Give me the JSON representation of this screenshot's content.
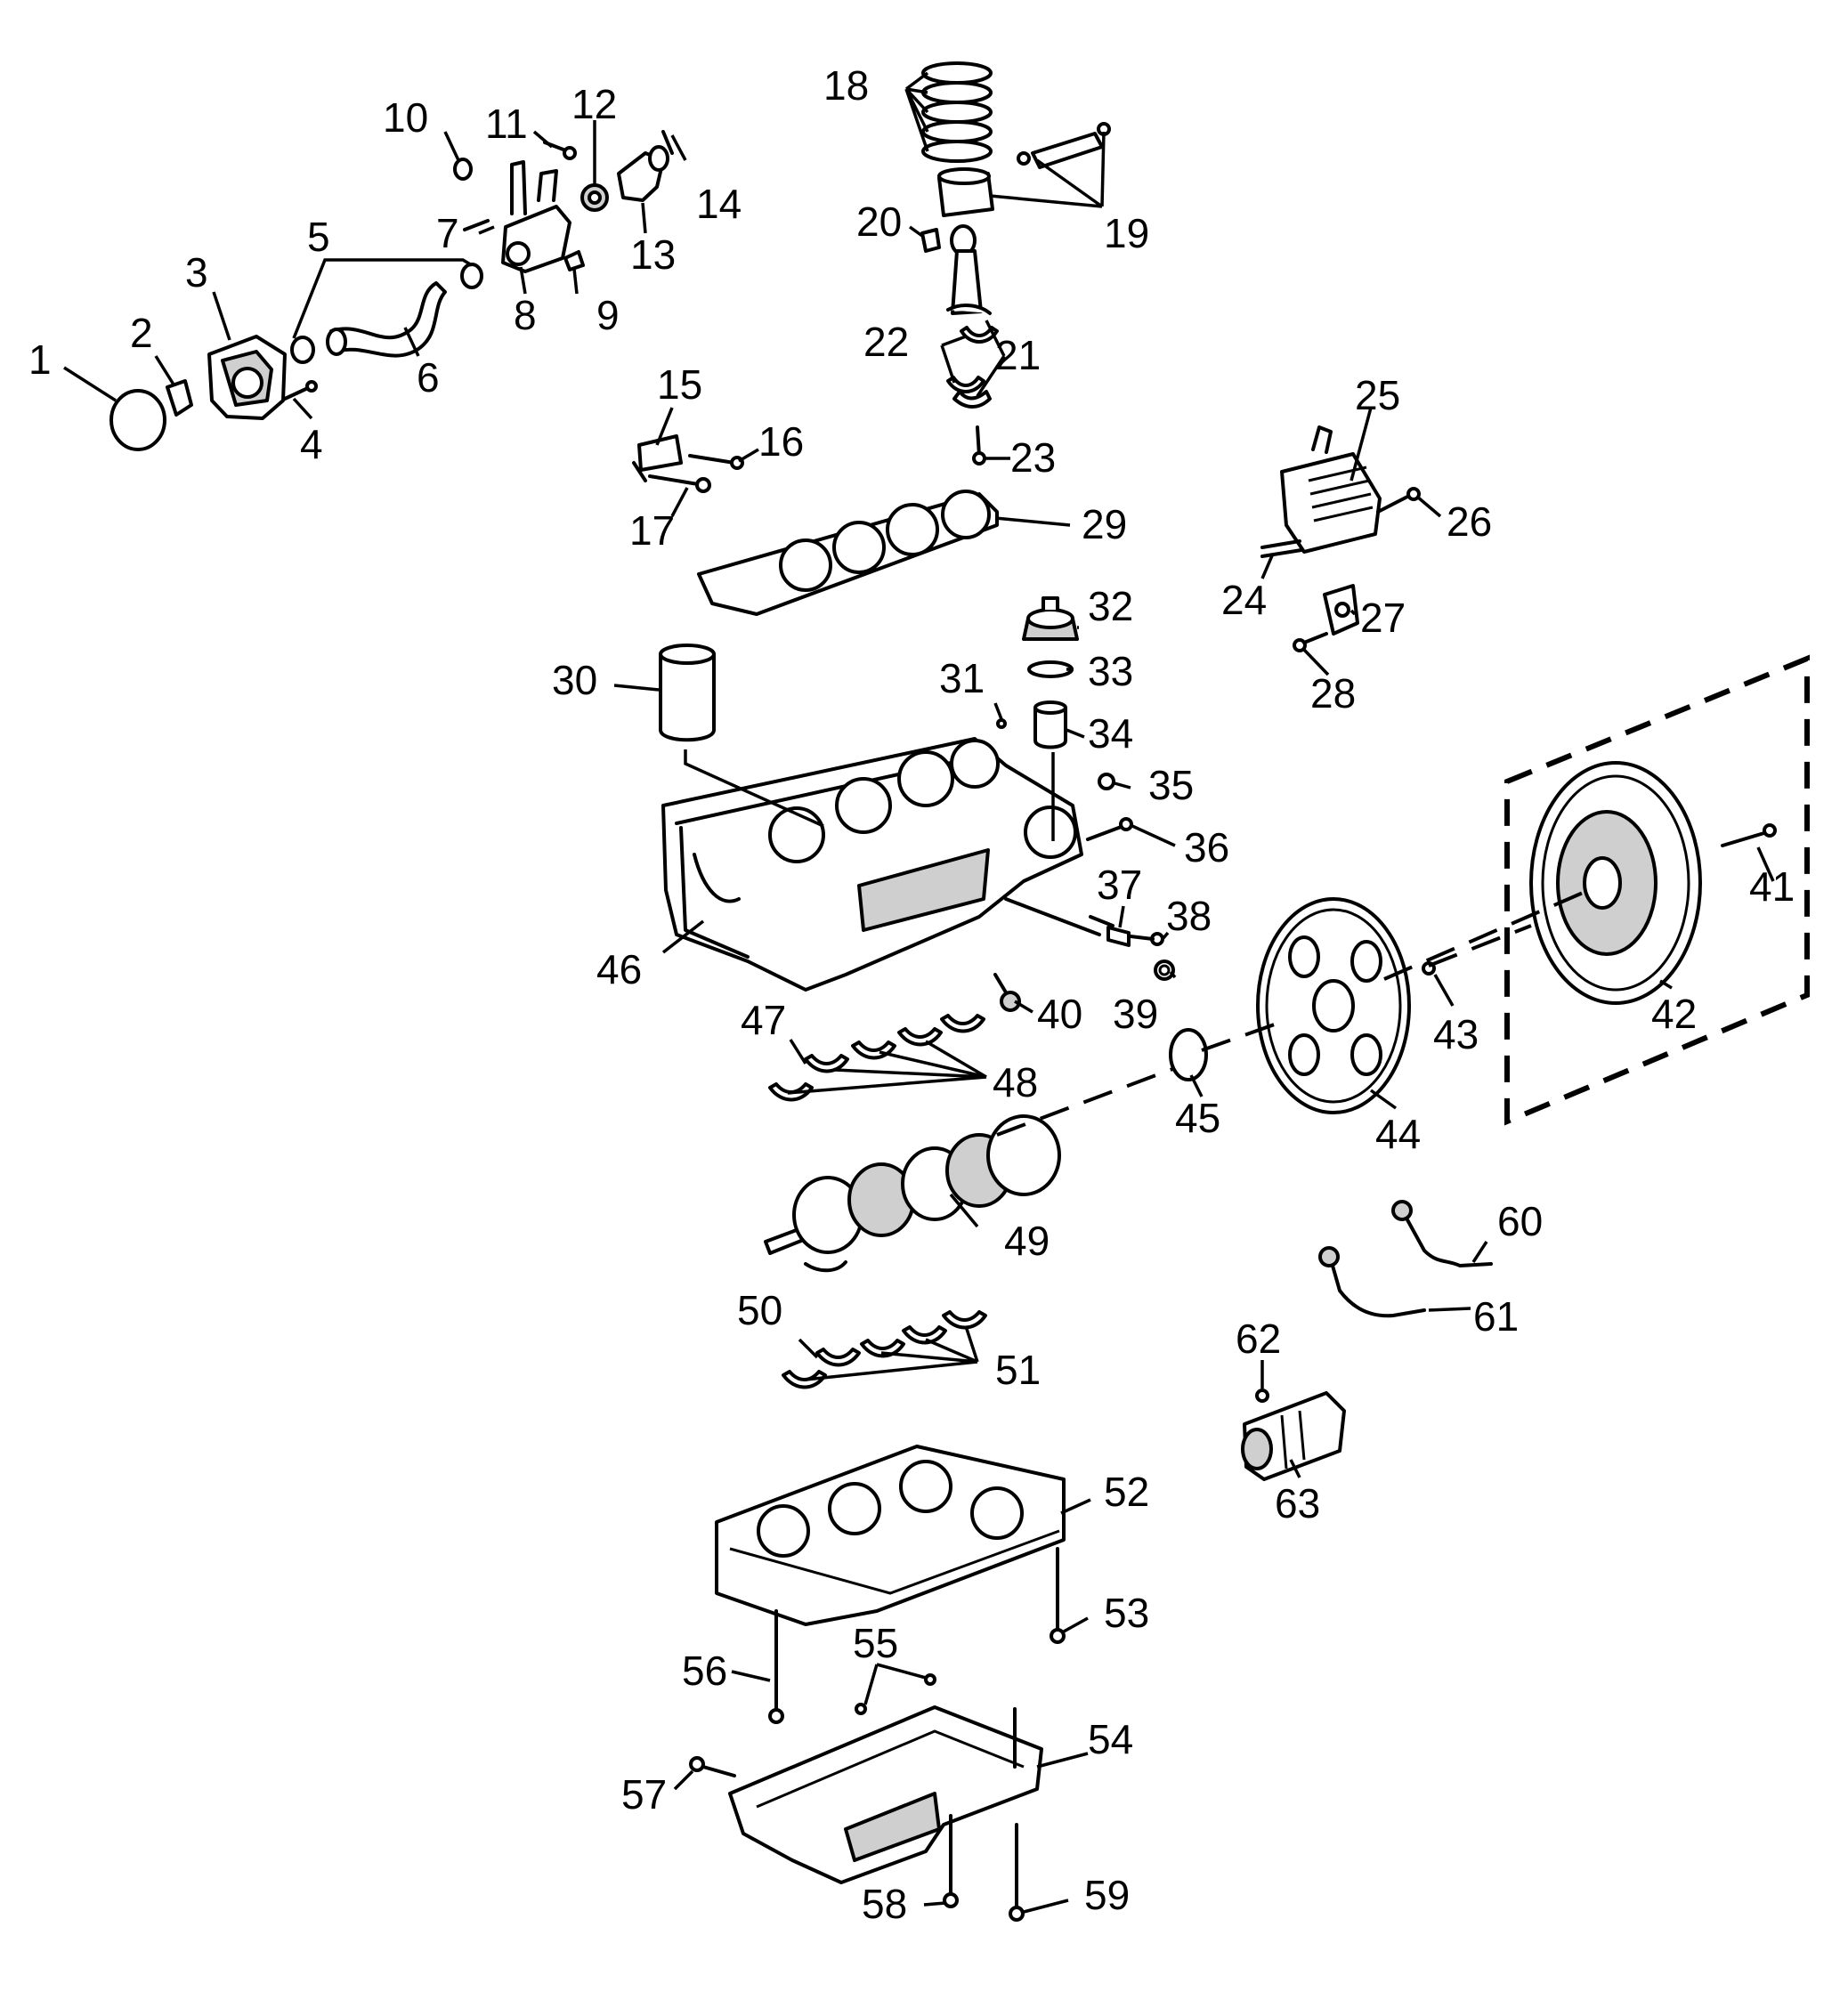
{
  "diagram": {
    "callouts": [
      {
        "id": "c1",
        "text": "1"
      },
      {
        "id": "c2",
        "text": "2"
      },
      {
        "id": "c3",
        "text": "3"
      },
      {
        "id": "c4",
        "text": "4"
      },
      {
        "id": "c5",
        "text": "5"
      },
      {
        "id": "c6",
        "text": "6"
      },
      {
        "id": "c7",
        "text": "7"
      },
      {
        "id": "c8",
        "text": "8"
      },
      {
        "id": "c9",
        "text": "9"
      },
      {
        "id": "c10",
        "text": "10"
      },
      {
        "id": "c11",
        "text": "11"
      },
      {
        "id": "c12",
        "text": "12"
      },
      {
        "id": "c13",
        "text": "13"
      },
      {
        "id": "c14",
        "text": "14"
      },
      {
        "id": "c15",
        "text": "15"
      },
      {
        "id": "c16",
        "text": "16"
      },
      {
        "id": "c17",
        "text": "17"
      },
      {
        "id": "c18",
        "text": "18"
      },
      {
        "id": "c19",
        "text": "19"
      },
      {
        "id": "c20",
        "text": "20"
      },
      {
        "id": "c21",
        "text": "21"
      },
      {
        "id": "c22",
        "text": "22"
      },
      {
        "id": "c23",
        "text": "23"
      },
      {
        "id": "c24",
        "text": "24"
      },
      {
        "id": "c25",
        "text": "25"
      },
      {
        "id": "c26",
        "text": "26"
      },
      {
        "id": "c27",
        "text": "27"
      },
      {
        "id": "c28",
        "text": "28"
      },
      {
        "id": "c29",
        "text": "29"
      },
      {
        "id": "c30",
        "text": "30"
      },
      {
        "id": "c31",
        "text": "31"
      },
      {
        "id": "c32",
        "text": "32"
      },
      {
        "id": "c33",
        "text": "33"
      },
      {
        "id": "c34",
        "text": "34"
      },
      {
        "id": "c35",
        "text": "35"
      },
      {
        "id": "c36",
        "text": "36"
      },
      {
        "id": "c37",
        "text": "37"
      },
      {
        "id": "c38",
        "text": "38"
      },
      {
        "id": "c39",
        "text": "39"
      },
      {
        "id": "c40",
        "text": "40"
      },
      {
        "id": "c41",
        "text": "41"
      },
      {
        "id": "c42",
        "text": "42"
      },
      {
        "id": "c43",
        "text": "43"
      },
      {
        "id": "c44",
        "text": "44"
      },
      {
        "id": "c45",
        "text": "45"
      },
      {
        "id": "c46",
        "text": "46"
      },
      {
        "id": "c47",
        "text": "47"
      },
      {
        "id": "c48",
        "text": "48"
      },
      {
        "id": "c49",
        "text": "49"
      },
      {
        "id": "c50",
        "text": "50"
      },
      {
        "id": "c51",
        "text": "51"
      },
      {
        "id": "c52",
        "text": "52"
      },
      {
        "id": "c53",
        "text": "53"
      },
      {
        "id": "c54",
        "text": "54"
      },
      {
        "id": "c55",
        "text": "55"
      },
      {
        "id": "c56",
        "text": "56"
      },
      {
        "id": "c57",
        "text": "57"
      },
      {
        "id": "c58",
        "text": "58"
      },
      {
        "id": "c59",
        "text": "59"
      },
      {
        "id": "c60",
        "text": "60"
      },
      {
        "id": "c61",
        "text": "61"
      },
      {
        "id": "c62",
        "text": "62"
      },
      {
        "id": "c63",
        "text": "63"
      }
    ]
  }
}
